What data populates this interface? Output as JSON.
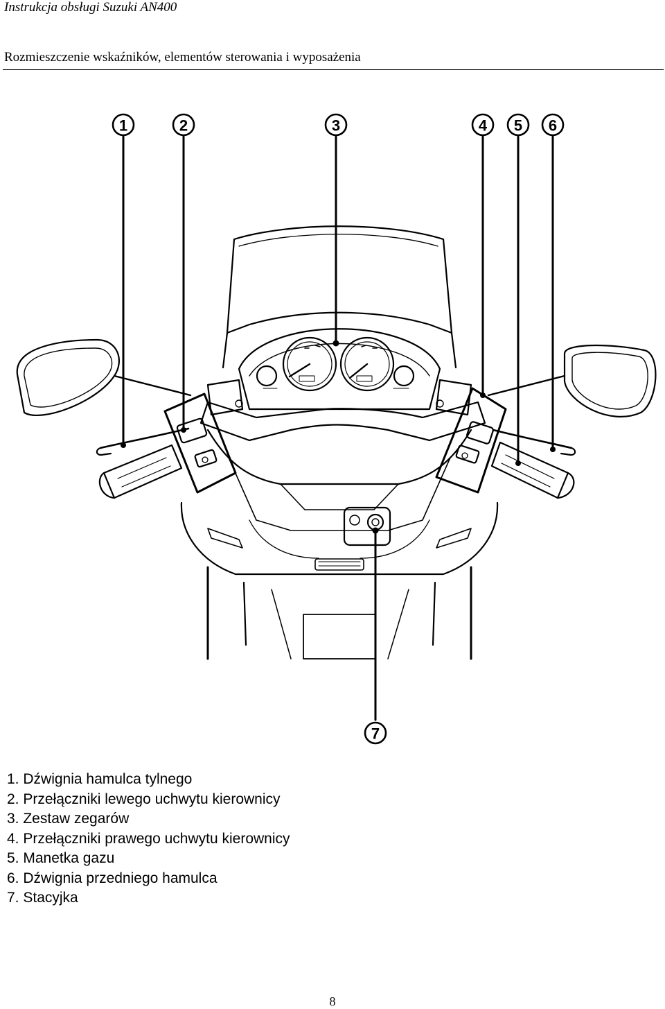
{
  "header": {
    "running_title": "Instrukcja obsługi Suzuki AN400"
  },
  "section": {
    "title": "Rozmieszczenie wskaźników, elementów sterowania i wyposażenia"
  },
  "figure": {
    "callouts": [
      "1",
      "2",
      "3",
      "4",
      "5",
      "6",
      "7"
    ]
  },
  "legend": {
    "items": [
      {
        "number": "1.",
        "text": "Dźwignia hamulca tylnego"
      },
      {
        "number": "2.",
        "text": "Przełączniki lewego uchwytu kierownicy"
      },
      {
        "number": "3.",
        "text": "Zestaw zegarów"
      },
      {
        "number": "4.",
        "text": "Przełączniki prawego uchwytu kierownicy"
      },
      {
        "number": "5.",
        "text": "Manetka gazu"
      },
      {
        "number": "6.",
        "text": "Dźwignia przedniego hamulca"
      },
      {
        "number": "7.",
        "text": "Stacyjka"
      }
    ]
  },
  "footer": {
    "page_number": "8"
  }
}
